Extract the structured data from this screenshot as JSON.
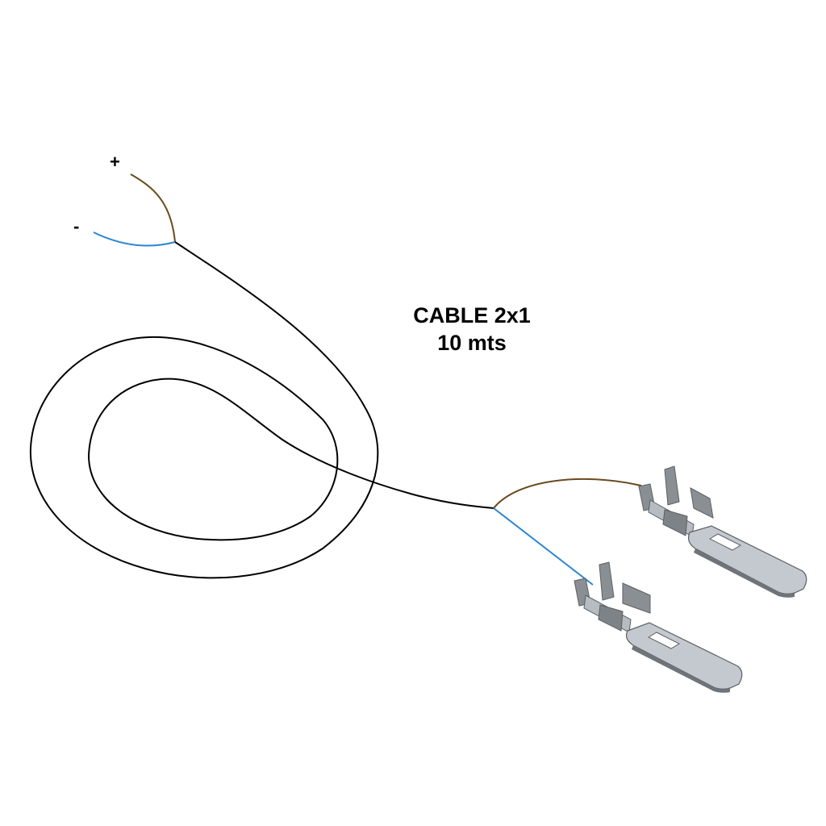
{
  "labels": {
    "positive": "+",
    "negative": "-",
    "title_line1": "CABLE 2x1",
    "title_line2": "10 mts"
  },
  "colors": {
    "background": "#ffffff",
    "cable": "#000000",
    "positive_wire": "#6b4a1e",
    "negative_wire": "#2a86d0",
    "terminal_face": "#c4c9cf",
    "terminal_edge": "#6f7478",
    "terminal_shadow": "#8a8f94"
  },
  "components": [
    {
      "name": "twin-cable",
      "description": "2-core cable, coiled, 10 m"
    },
    {
      "name": "positive-wire-end",
      "color": "brown"
    },
    {
      "name": "negative-wire-end",
      "color": "blue"
    },
    {
      "name": "spade-terminal",
      "count": 2
    }
  ]
}
